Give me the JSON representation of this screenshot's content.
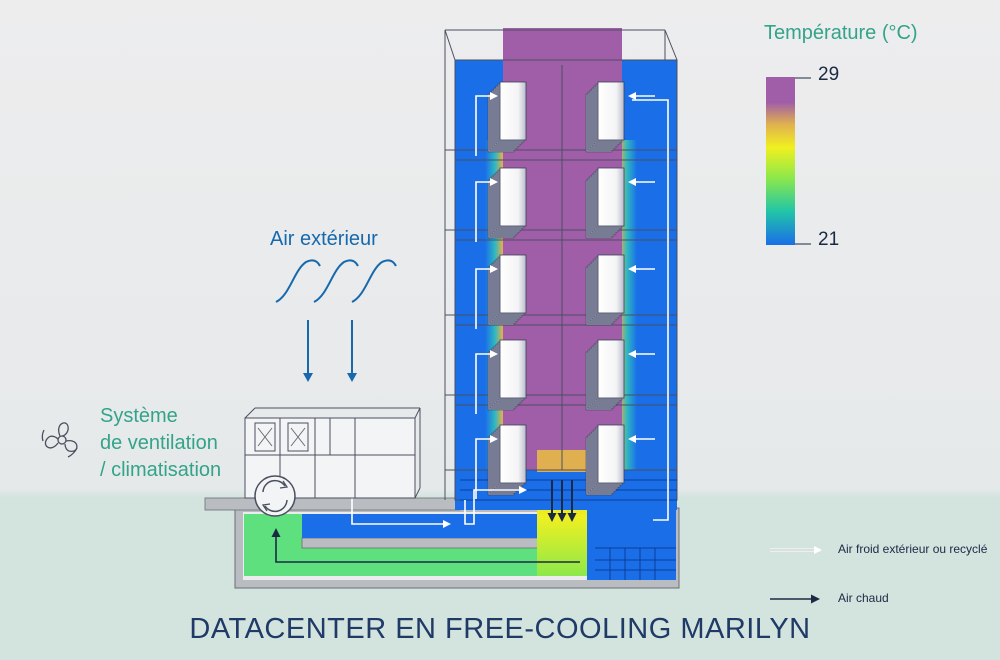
{
  "title": "DATACENTER EN FREE-COOLING MARILYN",
  "temperature_scale": {
    "title": "Température (°C)",
    "max_label": "29",
    "min_label": "21",
    "max_value": 29,
    "min_value": 21,
    "colors": [
      "#1a6ee8",
      "#22c5a8",
      "#8de84a",
      "#f0f020",
      "#e0b050",
      "#a05da8"
    ]
  },
  "labels": {
    "outside_air": "Air extérieur",
    "ventilation_system": [
      "Système",
      "de ventilation",
      "/ climatisation"
    ]
  },
  "arrow_legend": {
    "cold_air": "Air froid extérieur ou recyclé",
    "hot_air": "Air chaud"
  },
  "icons": [
    "fan-icon",
    "heat-exchanger-icon"
  ],
  "colors": {
    "cold_zone": "#1a6ee8",
    "hot_zone": "#a05da8",
    "text_teal": "#33a38a",
    "text_blue": "#1769ad",
    "title": "#1f3a66"
  }
}
